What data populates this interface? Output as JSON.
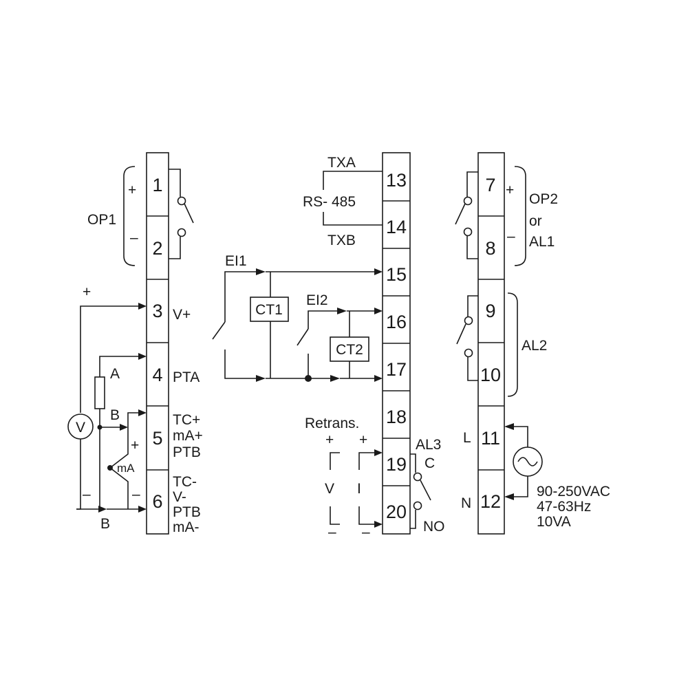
{
  "terminals": {
    "t1": "1",
    "t2": "2",
    "t3": "3",
    "t4": "4",
    "t5": "5",
    "t6": "6",
    "t7": "7",
    "t8": "8",
    "t9": "9",
    "t10": "10",
    "t11": "11",
    "t12": "12",
    "t13": "13",
    "t14": "14",
    "t15": "15",
    "t16": "16",
    "t17": "17",
    "t18": "18",
    "t19": "19",
    "t20": "20"
  },
  "left": {
    "op1": "OP1",
    "plus": "+",
    "minus": "–",
    "v_plus": "V+",
    "pta": "PTA",
    "tc_plus": "TC+",
    "ma_plus": "mA+",
    "ptb5": "PTB",
    "tc_minus": "TC-",
    "v_minus": "V-",
    "ptb6": "PTB",
    "ma_minus": "mA-",
    "sensor_plus": "+",
    "sensor_minus": "–",
    "a": "A",
    "b1": "B",
    "b2": "B",
    "ma": "mA",
    "ma_plus_sign": "+",
    "ma_minus_sign": "–",
    "voltmeter": "V"
  },
  "middle": {
    "txa": "TXA",
    "rs485": "RS- 485",
    "txb": "TXB",
    "ei1": "EI1",
    "ei2": "EI2",
    "ct1": "CT1",
    "ct2": "CT2",
    "retrans": "Retrans.",
    "plus_v": "+",
    "plus_i": "+",
    "v": "V",
    "i": "I",
    "minus_v": "–",
    "minus_i": "–",
    "al3": "AL3",
    "c": "C",
    "no": "NO"
  },
  "right": {
    "plus": "+",
    "minus": "–",
    "op2": "OP2",
    "or": "or",
    "al1": "AL1",
    "al2": "AL2",
    "l": "L",
    "n": "N",
    "power1": "90-250VAC",
    "power2": "47-63Hz",
    "power3": "10VA"
  }
}
